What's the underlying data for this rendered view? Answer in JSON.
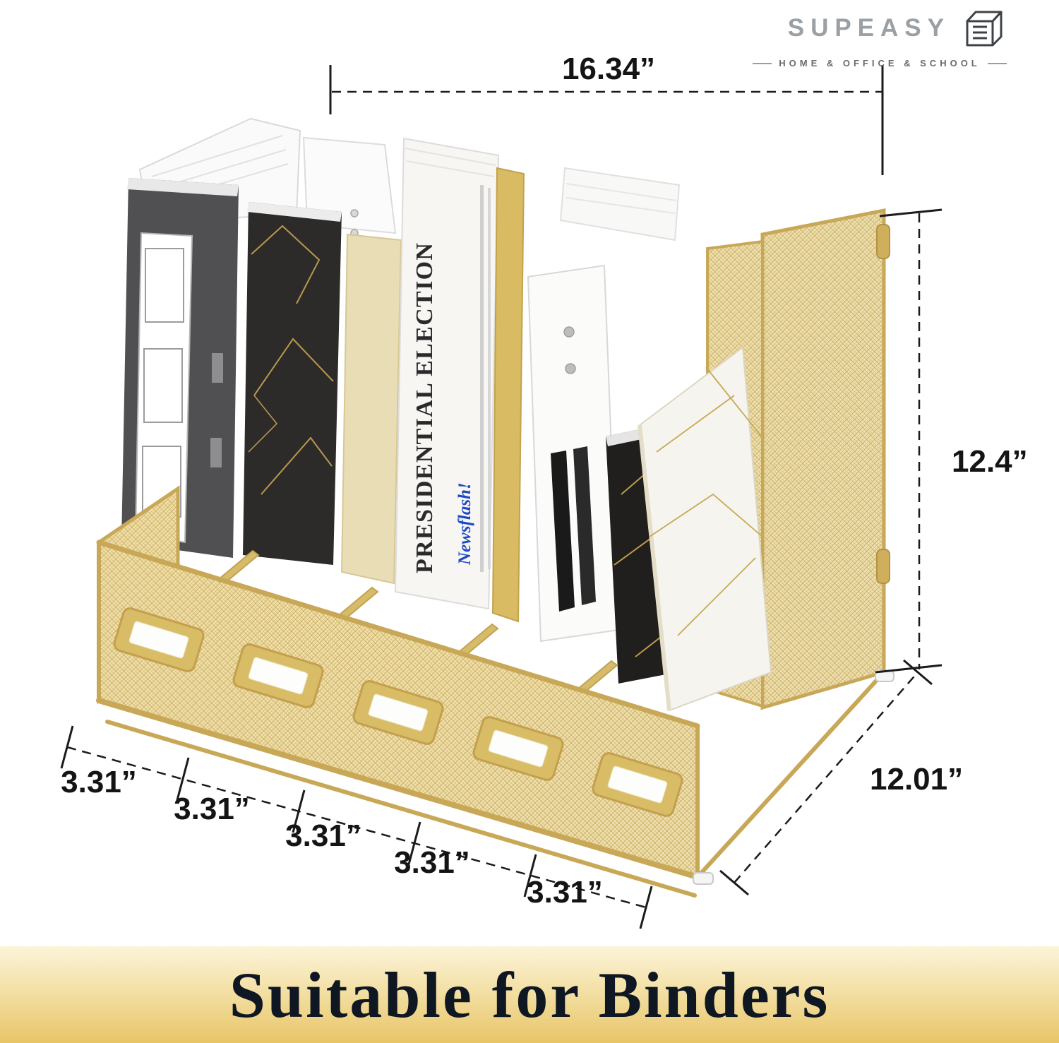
{
  "logo": {
    "brand": "SUPEASY",
    "tagline": "HOME & OFFICE & SCHOOL"
  },
  "dims": {
    "width": "16.34”",
    "height": "12.4”",
    "depth": "12.01”",
    "slots": [
      "3.31”",
      "3.31”",
      "3.31”",
      "3.31”",
      "3.31”"
    ]
  },
  "product": {
    "newspaper_headline": "PRESIDENTIAL ELECTION",
    "newspaper_masthead": "Newsflash!"
  },
  "banner": {
    "title": "Suitable for Binders"
  },
  "colors": {
    "gold_frame": "#c8a857",
    "mesh_fill": "#eee1b2",
    "mesh_line": "#cfb266",
    "banner_gold": "#e8c567",
    "banner_text": "#0f1722"
  }
}
